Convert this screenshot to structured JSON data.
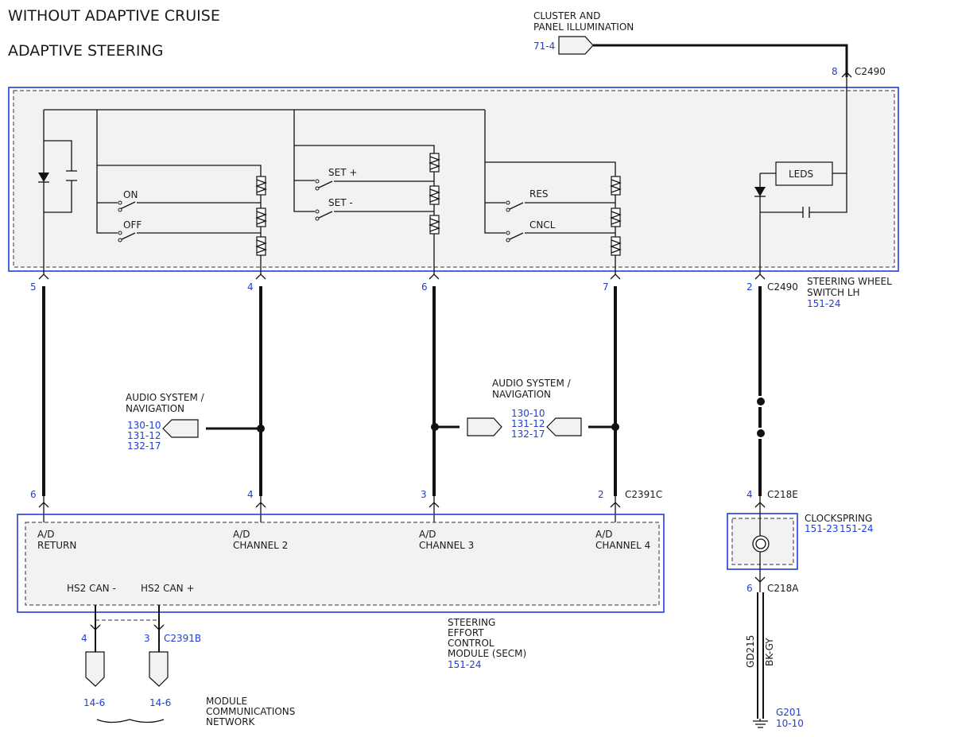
{
  "titles": {
    "line1": "WITHOUT ADAPTIVE CRUISE",
    "line2": "ADAPTIVE STEERING"
  },
  "cluster": {
    "line1": "CLUSTER AND",
    "line2": "PANEL ILLUMINATION",
    "ref": "71-4",
    "pin": "8",
    "connector": "C2490"
  },
  "switch_module": {
    "name_line1": "STEERING WHEEL",
    "name_line2": "SWITCH LH",
    "ref": "151-24",
    "switches": {
      "on": "ON",
      "off": "OFF",
      "set_plus": "SET +",
      "set_minus": "SET -",
      "res": "RES",
      "cncl": "CNCL"
    },
    "leds": "LEDS",
    "pins": [
      "5",
      "4",
      "6",
      "7",
      "2"
    ],
    "connector": "C2490"
  },
  "audio_left": {
    "line1": "AUDIO SYSTEM /",
    "line2": "NAVIGATION",
    "refs": [
      "130-10",
      "131-12",
      "132-17"
    ]
  },
  "audio_right": {
    "line1": "AUDIO SYSTEM /",
    "line2": "NAVIGATION",
    "refs": [
      "130-10",
      "131-12",
      "132-17"
    ]
  },
  "secm": {
    "pins": [
      "6",
      "4",
      "3",
      "2"
    ],
    "connector": "C2391C",
    "channels": [
      {
        "line1": "A/D",
        "line2": "RETURN"
      },
      {
        "line1": "A/D",
        "line2": "CHANNEL 2"
      },
      {
        "line1": "A/D",
        "line2": "CHANNEL 3"
      },
      {
        "line1": "A/D",
        "line2": "CHANNEL 4"
      }
    ],
    "can_minus": "HS2 CAN -",
    "can_plus": "HS2 CAN +",
    "can_pins": [
      "4",
      "3"
    ],
    "can_connector": "C2391B",
    "name_lines": [
      "STEERING",
      "EFFORT",
      "CONTROL",
      "MODULE (SECM)"
    ],
    "ref": "151-24"
  },
  "network": {
    "refs": [
      "14-6",
      "14-6"
    ],
    "lines": [
      "MODULE",
      "COMMUNICATIONS",
      "NETWORK"
    ]
  },
  "clockspring": {
    "name": "CLOCKSPRING",
    "refs": [
      "151-23",
      "151-24"
    ],
    "top_pin": "4",
    "top_connector": "C218E",
    "bottom_pin": "6",
    "bottom_connector": "C218A"
  },
  "ground": {
    "circuit": "GD215",
    "color": "BK-GY",
    "name": "G201",
    "ref": "10-10"
  },
  "colors": {
    "reference_text": "#1f3fd6",
    "module_outline": "#1f3fd6",
    "wire": "#111111"
  }
}
